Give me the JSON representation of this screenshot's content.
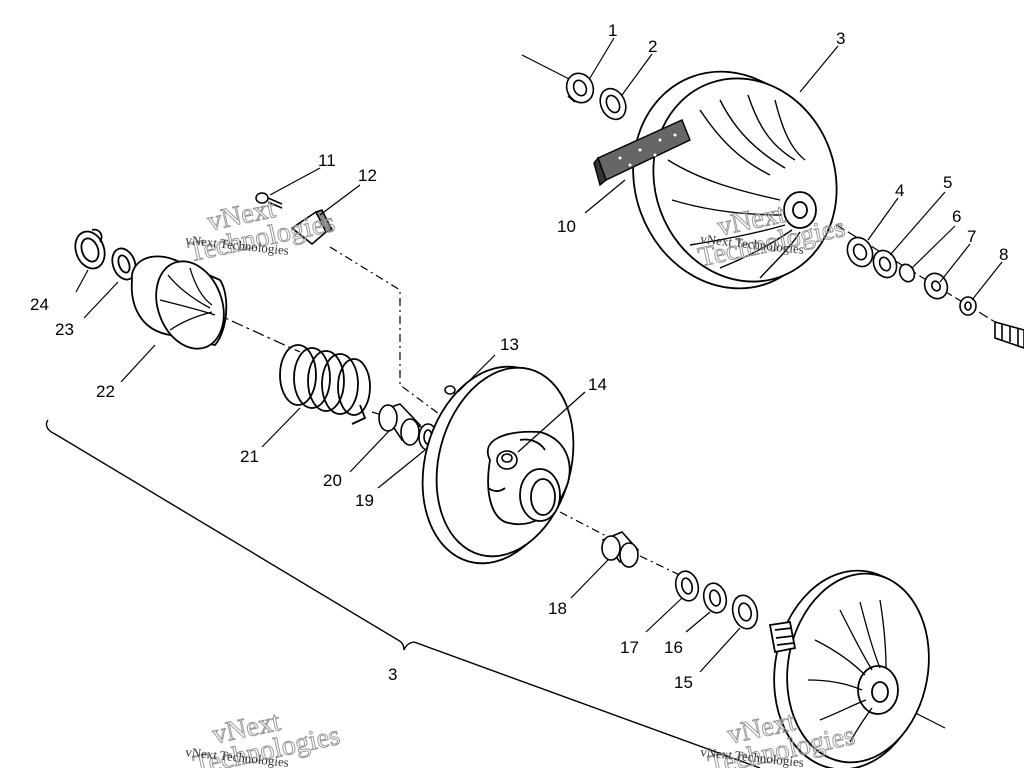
{
  "parts": [
    {
      "number": "1"
    },
    {
      "number": "2"
    },
    {
      "number": "3"
    },
    {
      "number": "4"
    },
    {
      "number": "5"
    },
    {
      "number": "6"
    },
    {
      "number": "7"
    },
    {
      "number": "8"
    },
    {
      "number": "10"
    },
    {
      "number": "11"
    },
    {
      "number": "12"
    },
    {
      "number": "13"
    },
    {
      "number": "14"
    },
    {
      "number": "15"
    },
    {
      "number": "16"
    },
    {
      "number": "17"
    },
    {
      "number": "18"
    },
    {
      "number": "19"
    },
    {
      "number": "20"
    },
    {
      "number": "21"
    },
    {
      "number": "22"
    },
    {
      "number": "23"
    },
    {
      "number": "24"
    }
  ],
  "assembly": {
    "number": "3"
  },
  "watermarks": [
    {
      "line1": "vNext",
      "line2": "Technologies",
      "caption": "vNext Technologies"
    },
    {
      "line1": "vNext",
      "line2": "Technologies",
      "caption": "vNext Technologies"
    },
    {
      "line1": "vNext",
      "line2": "Technologies",
      "caption": "vNext Technologies"
    },
    {
      "line1": "vNext",
      "line2": "Technologies",
      "caption": "vNext Technologies"
    }
  ]
}
